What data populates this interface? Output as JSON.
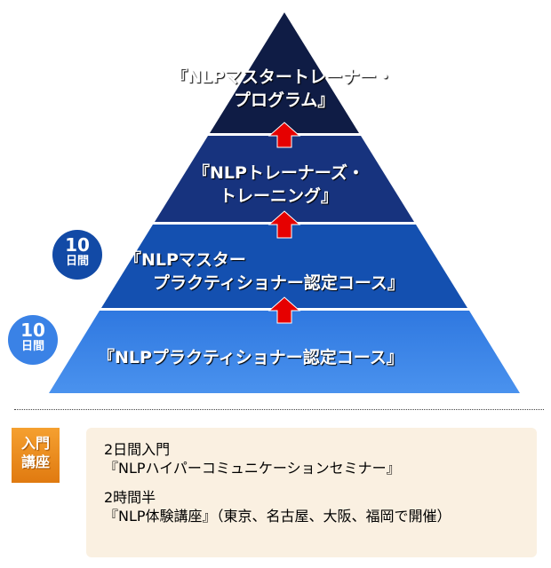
{
  "pyramid": {
    "tiers": [
      {
        "line1": "『NLPマスタートレーナー・",
        "line2": "プログラム』",
        "color": "#0f1c45"
      },
      {
        "line1": "『NLPトレーナーズ・",
        "line2": "トレーニング』",
        "color": "#17337e"
      },
      {
        "line1": "『NLPマスター",
        "line2": "プラクティショナー認定コース』",
        "color": "#1450b0"
      },
      {
        "line1": "『NLPプラクティショナー認定コース』",
        "color": "#3a82e6"
      }
    ],
    "badges": [
      {
        "number": "10",
        "unit": "日間",
        "color": "#124aa6"
      },
      {
        "number": "10",
        "unit": "日間",
        "color": "#3a82e6"
      }
    ],
    "arrow_color": "#e60000"
  },
  "intro": {
    "label_line1": "入門",
    "label_line2": "講座",
    "items": [
      {
        "duration": "2日間入門",
        "title": "『NLPハイパーコミュニケーションセミナー』"
      },
      {
        "duration": "2時間半",
        "title": "『NLP体験講座』（東京、名古屋、大阪、福岡で開催）"
      }
    ]
  }
}
